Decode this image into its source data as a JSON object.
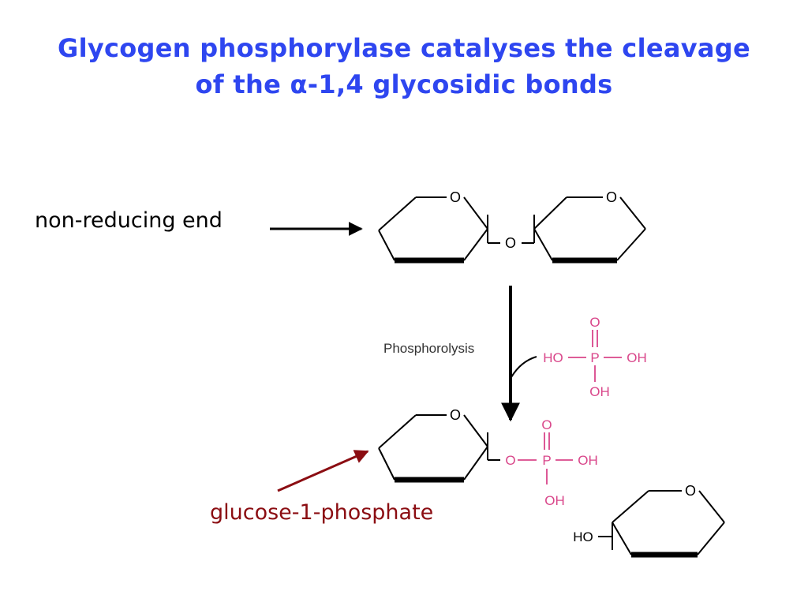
{
  "title": {
    "line1": "Glycogen phosphorylase catalyses the cleavage",
    "line2": "of the α-1,4 glycosidic bonds"
  },
  "labels": {
    "non_reducing_end": "non-reducing end",
    "glucose_1_phosphate": "glucose-1-phosphate",
    "phosphorolysis": "Phosphorolysis"
  },
  "atoms": {
    "ring_oxygen": "O",
    "bridge_oxygen": "O",
    "phosphorus": "P",
    "ho": "HO",
    "oh": "OH"
  },
  "colors": {
    "title": "#2e46f0",
    "phosphate": "#d9468a",
    "g1p_label": "#8b0d12",
    "structure": "#000000"
  }
}
